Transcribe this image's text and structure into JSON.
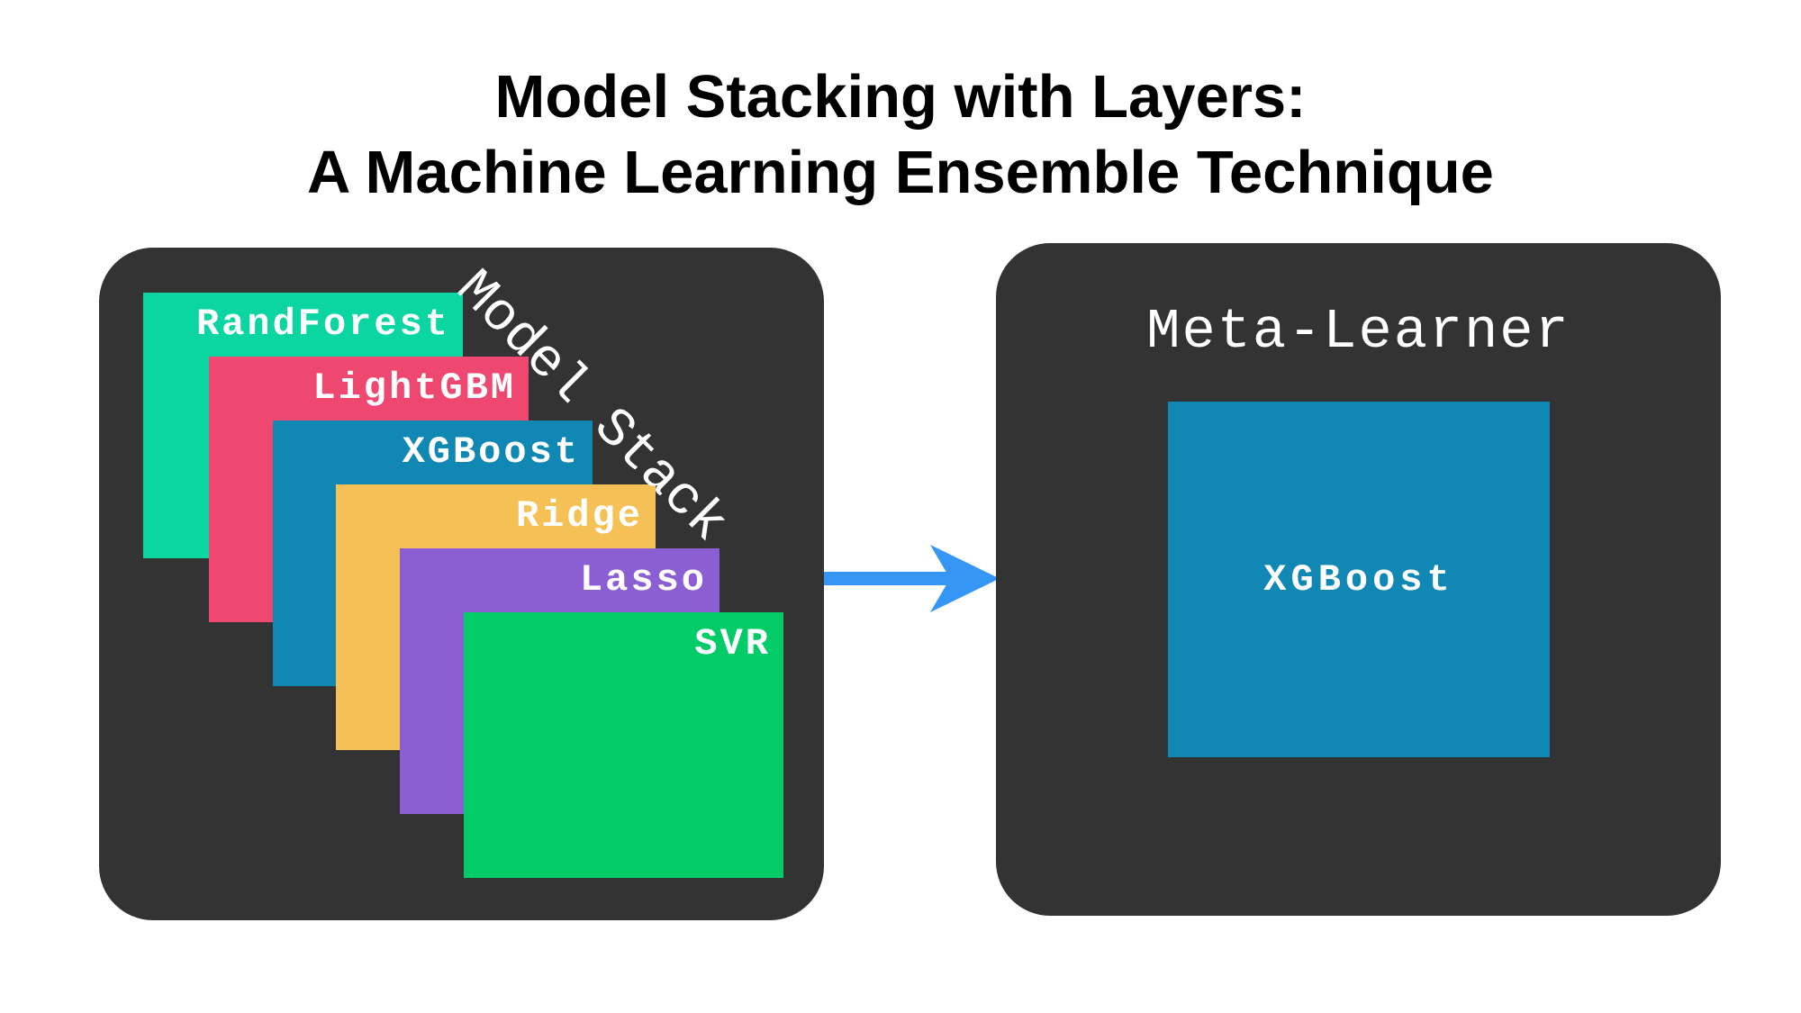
{
  "title": {
    "line1": "Model Stacking with Layers:",
    "line2": "A Machine Learning Ensemble Technique"
  },
  "stack": {
    "caption": "Model Stack",
    "models": [
      {
        "label": "RandForest",
        "color": "#0bd5a0"
      },
      {
        "label": "LightGBM",
        "color": "#ee4870"
      },
      {
        "label": "XGBoost",
        "color": "#1188b3"
      },
      {
        "label": "Ridge",
        "color": "#f5c157"
      },
      {
        "label": "Lasso",
        "color": "#8c5ed3"
      },
      {
        "label": "SVR",
        "color": "#02cc68"
      }
    ]
  },
  "arrow": {
    "color": "#3596f6"
  },
  "meta": {
    "title": "Meta-Learner",
    "model": {
      "label": "XGBoost",
      "color": "#1188b3"
    }
  },
  "colors": {
    "panel": "#333333"
  }
}
